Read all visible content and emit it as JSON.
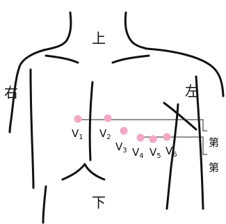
{
  "colors": {
    "lead_dot": "#f4a6c4",
    "outline": "#111111",
    "guide": "#222222"
  },
  "directions": {
    "top": "上",
    "bottom": "下",
    "right_side": "右",
    "left_side": "左"
  },
  "leads": [
    {
      "main": "V",
      "sub": "1"
    },
    {
      "main": "V",
      "sub": "2"
    },
    {
      "main": "V",
      "sub": "3"
    },
    {
      "main": "V",
      "sub": "4"
    },
    {
      "main": "V",
      "sub": "5"
    },
    {
      "main": "V",
      "sub": "6"
    }
  ],
  "rib_labels": [
    "第",
    "第"
  ]
}
